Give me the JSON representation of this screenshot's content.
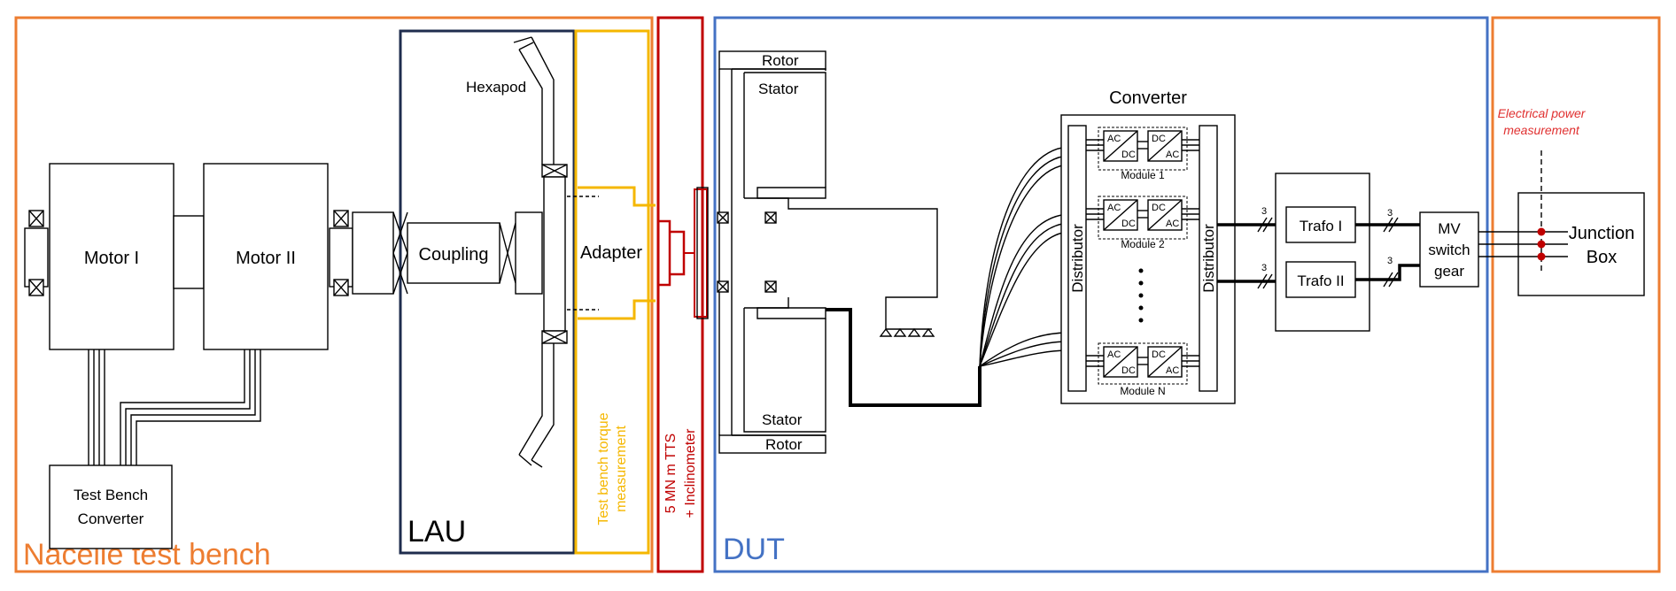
{
  "regions": {
    "nacelle": {
      "label": "Nacelle test bench",
      "color": "#ED7D31"
    },
    "lau": {
      "label": "LAU",
      "color": "#1F2D4E"
    },
    "torque": {
      "label_line1": "Test bench torque",
      "label_line2": "measurement",
      "color": "#F5B700"
    },
    "tts": {
      "label_line1": "5 MN m TTS",
      "label_line2": "+ Inclinometer",
      "color": "#C00000"
    },
    "dut": {
      "label": "DUT",
      "color": "#4472C4"
    },
    "grid": {
      "color": "#ED7D31"
    }
  },
  "components": {
    "motor1": "Motor I",
    "motor2": "Motor II",
    "coupling": "Coupling",
    "adapter": "Adapter",
    "hexapod": "Hexapod",
    "tbc_line1": "Test Bench",
    "tbc_line2": "Converter",
    "rotor_top": "Rotor",
    "stator_top": "Stator",
    "stator_bottom": "Stator",
    "rotor_bottom": "Rotor",
    "converter": "Converter",
    "distributor_left": "Distributor",
    "distributor_right": "Distributor",
    "module1": "Module 1",
    "module2": "Module 2",
    "moduleN": "Module N",
    "ac": "AC",
    "dc": "DC",
    "trafo1": "Trafo I",
    "trafo2": "Trafo II",
    "mv_line1": "MV",
    "mv_line2": "switch",
    "mv_line3": "gear",
    "junction_line1": "Junction",
    "junction_line2": "Box",
    "phase_count": "3"
  },
  "annotations": {
    "elec_line1": "Electrical power",
    "elec_line2": "measurement",
    "elec_color": "#E03030"
  }
}
